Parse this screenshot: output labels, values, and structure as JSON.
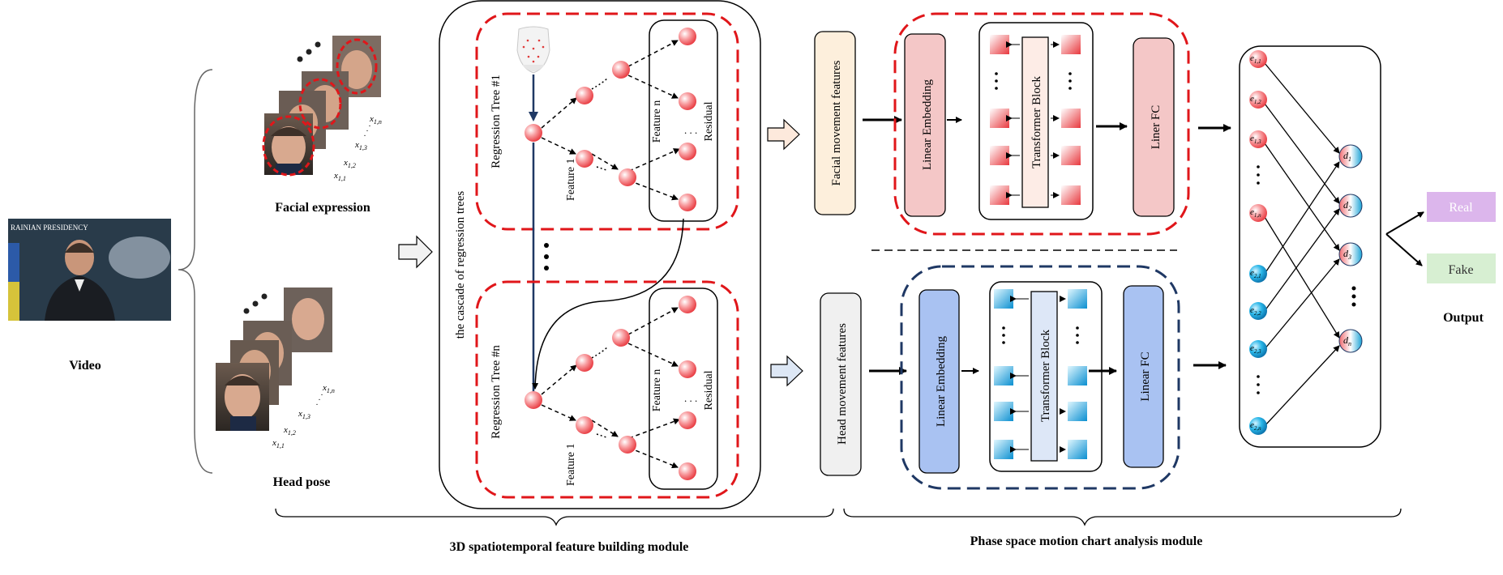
{
  "labels": {
    "video": "Video",
    "facial_expression": "Facial expression",
    "head_pose": "Head pose",
    "video_banner": "RAINIAN PRESIDENCY",
    "cascade_caption": "the cascade of regression trees",
    "tree_1": "Regression Tree #1",
    "tree_n": "Regression Tree #n",
    "feature_1": "Feature 1",
    "feature_n": "Feature n",
    "residual": "Residual",
    "facial_movement_features": "Facial movement  features",
    "head_movement_features": "Head movement  features",
    "linear_embedding": "Linear Embedding",
    "transformer_block": "Transformer Block",
    "liner_fc": "Liner FC",
    "linear_fc": "Linear FC",
    "real": "Real",
    "fake": "Fake",
    "output": "Output",
    "module_1": "3D spatiotemporal  feature building  module",
    "module_2": "Phase space motion  chart analysis module",
    "frame_index_x": "x",
    "frame_index_1": "1,1",
    "frame_index_2": "1,2",
    "frame_index_3": "1,3",
    "frame_index_n": "1,n"
  },
  "nodes": {
    "e1": [
      "e",
      "1,1",
      "e",
      "1,2",
      "e",
      "1,3",
      "e",
      "1,n"
    ],
    "e2": [
      "e",
      "2,1",
      "e",
      "2,2",
      "e",
      "2,3",
      "e",
      "2,n"
    ],
    "d": [
      "d",
      "1",
      "d",
      "2",
      "d",
      "3",
      "d",
      "n"
    ]
  },
  "colors": {
    "red_dash": "#e0161a",
    "navy_dash": "#1f3864",
    "pink_box": "#f4c7c7",
    "blue_box": "#a9c2f2",
    "cream_box": "#fdefdc",
    "grey_box": "#f0f0f0",
    "real_box": "#dcb6ec",
    "fake_box": "#d7efd2",
    "node_red": "#f06b70",
    "node_blue": "#1aa3d6",
    "arrow_navy": "#1f3864"
  }
}
